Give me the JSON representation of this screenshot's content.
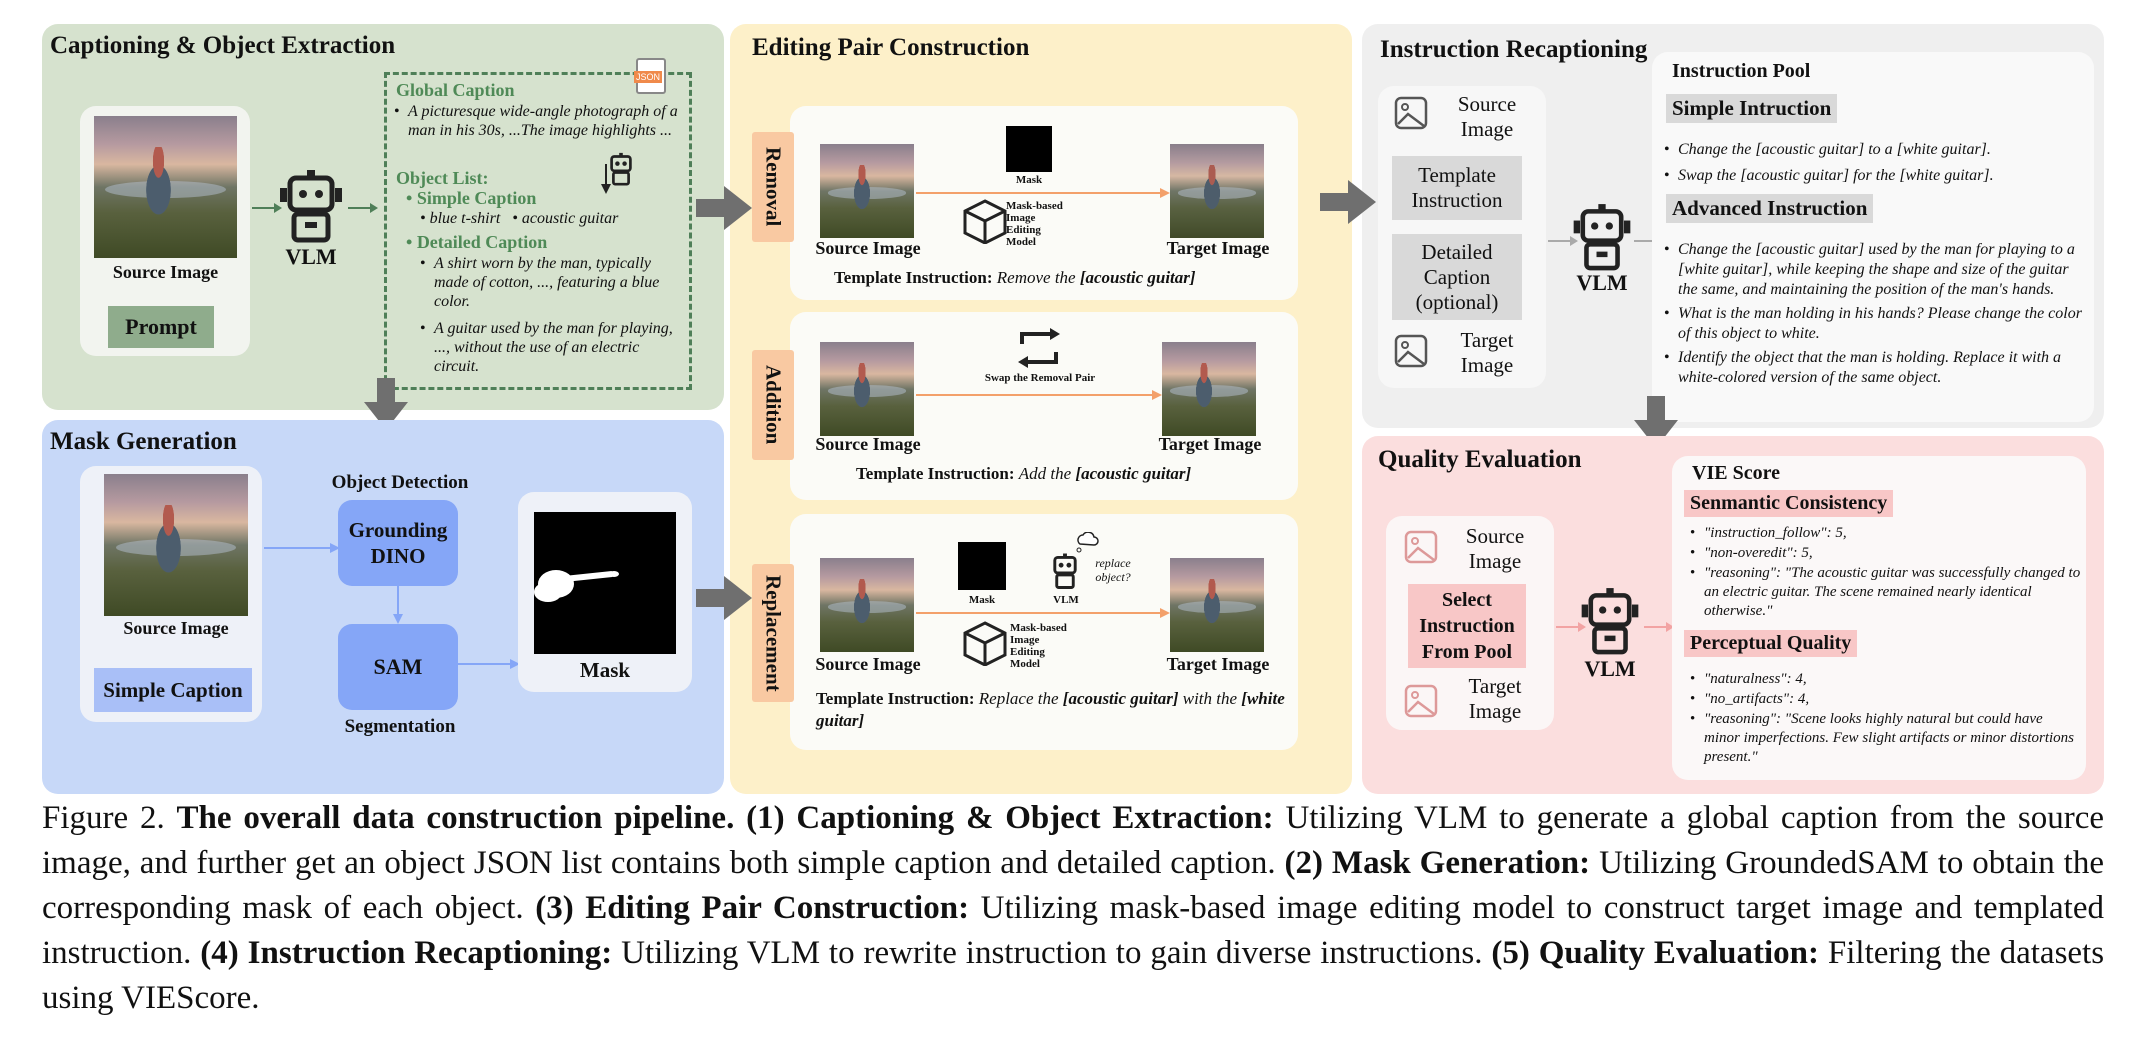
{
  "colors": {
    "p1": "#d6e2ce",
    "p2": "#c7d8f8",
    "p3": "#fdf0c9",
    "p4": "#efefef",
    "p5": "#fbdede",
    "arrow": "#6f6f6f",
    "blue_box": "#85a6f7",
    "orange_tab": "#f9c9a2",
    "pink_box": "#f8c7c7",
    "tag_gray": "#d9d9d9",
    "dashed": "#4f7f58"
  },
  "p1": {
    "title": "Captioning & Object Extraction",
    "source_label": "Source Image",
    "prompt": "Prompt",
    "vlm": "VLM",
    "json_icon": "JSON",
    "global_caption_title": "Global Caption",
    "global_caption": "A picturesque wide-angle photograph of a man in his 30s, ...The image highlights ...",
    "object_list_title": "Object List:",
    "simple_title": "Simple Caption",
    "simple_items": [
      "blue t-shirt",
      "acoustic guitar"
    ],
    "detailed_title": "Detailed Caption",
    "detailed_items": [
      "A shirt worn by the man, typically made of cotton, ..., featuring a blue color.",
      "A guitar used by the man for playing, ..., without the use of an electric circuit."
    ]
  },
  "p2": {
    "title": "Mask Generation",
    "source_label": "Source Image",
    "simple_caption": "Simple Caption",
    "od_label": "Object Detection",
    "gdino": "Grounding DINO",
    "sam": "SAM",
    "seg_label": "Segmentation",
    "mask_label": "Mask"
  },
  "p3": {
    "title": "Editing Pair Construction",
    "removal": {
      "tab": "Removal",
      "source": "Source Image",
      "target": "Target Image",
      "mask": "Mask",
      "model": "Mask-based Image Editing Model",
      "instr_prefix": "Template Instruction:",
      "instr_plain": "Remove the",
      "instr_obj": "[acoustic guitar]"
    },
    "addition": {
      "tab": "Addition",
      "source": "Source Image",
      "target": "Target Image",
      "swap": "Swap the Removal Pair",
      "instr_prefix": "Template Instruction:",
      "instr_plain": "Add the",
      "instr_obj": "[acoustic guitar]"
    },
    "replacement": {
      "tab": "Replacement",
      "source": "Source Image",
      "target": "Target Image",
      "mask": "Mask",
      "vlm": "VLM",
      "thought": "replace object?",
      "model": "Mask-based Image Editing Model",
      "instr_prefix": "Template Instruction:",
      "instr_plain": "Replace the",
      "instr_obj": "[acoustic guitar]",
      "instr_mid": "with the",
      "instr_obj2": "[white guitar]"
    }
  },
  "p4": {
    "title": "Instruction Recaptioning",
    "source": "Source Image",
    "template": "Template Instruction",
    "detailed": "Detailed Caption (optional)",
    "target": "Target Image",
    "vlm": "VLM",
    "pool_title": "Instruction Pool",
    "simple_tag": "Simple Intruction",
    "simple_items": [
      "Change the [acoustic guitar] to a [white guitar].",
      "Swap the [acoustic guitar] for the [white guitar]."
    ],
    "advanced_tag": "Advanced Instruction",
    "advanced_items": [
      "Change the [acoustic guitar] used by the man for playing to a [white guitar], while keeping the shape and size of the guitar the same, and maintaining the position of the man's hands.",
      "What is the man holding in his hands? Please change the color of this object to white.",
      "Identify the object that the man is holding. Replace it with a white-colored version of the same object."
    ]
  },
  "p5": {
    "title": "Quality Evaluation",
    "source": "Source Image",
    "select": "Select Instruction From Pool",
    "target": "Target Image",
    "vlm": "VLM",
    "vie_title": "VIE Score",
    "sc_tag": "Senmantic Consistency",
    "sc_items": [
      "\"instruction_follow\": 5,",
      "\"non-overedit\": 5,",
      "\"reasoning\": \"The acoustic guitar was successfully changed to an electric guitar. The scene remained nearly identical otherwise.\""
    ],
    "pq_tag": "Perceptual Quality",
    "pq_items": [
      "\"naturalness\": 4,",
      "\"no_artifacts\": 4,",
      "\"reasoning\": \"Scene looks highly natural but could have minor imperfections. Few slight artifacts or minor distortions present.\""
    ]
  },
  "caption": {
    "fig": "Figure 2.",
    "bold1": "The overall data construction pipeline.",
    "s1b": "(1) Captioning & Object Extraction:",
    "s1": "Utilizing VLM to generate a global caption from the source image, and further get an object JSON list contains both simple caption and detailed caption.",
    "s2b": "(2) Mask Generation:",
    "s2": "Utilizing GroundedSAM to obtain the corresponding mask of each object.",
    "s3b": "(3) Editing Pair Construction:",
    "s3": "Utilizing mask-based image editing model to construct target image and templated instruction.",
    "s4b": "(4) Instruction Recaptioning:",
    "s4": "Utilizing VLM to rewrite instruction to gain diverse instructions.",
    "s5b": "(5) Quality Evaluation:",
    "s5": "Filtering the datasets using VIEScore."
  }
}
